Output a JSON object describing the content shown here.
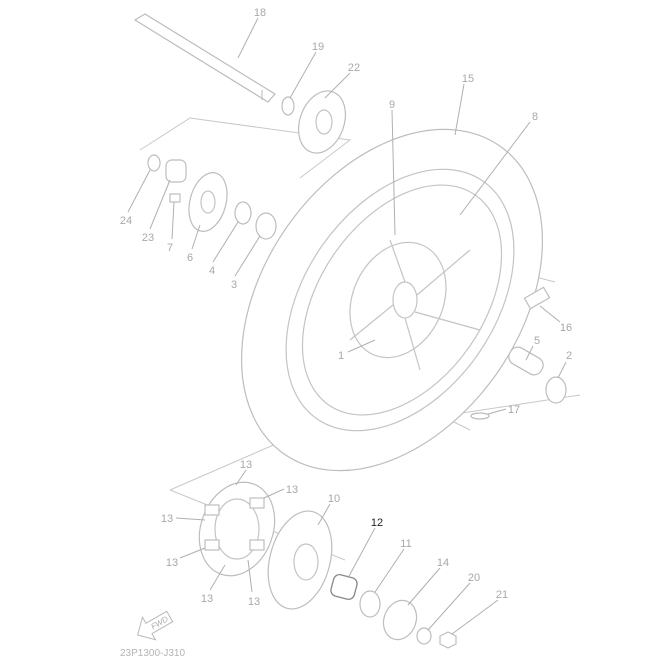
{
  "diagram": {
    "code": "23P1300-J310",
    "direction_label": "FWD",
    "highlight_color": "#222222",
    "line_color": "#c4c4c4",
    "labels": {
      "p18": "18",
      "p19": "19",
      "p22": "22",
      "p15": "15",
      "p9": "9",
      "p8": "8",
      "p24": "24",
      "p23": "23",
      "p7": "7",
      "p6": "6",
      "p4": "4",
      "p3": "3",
      "p16": "16",
      "p1": "1",
      "p5": "5",
      "p2": "2",
      "p17": "17",
      "p13a": "13",
      "p13b": "13",
      "p13c": "13",
      "p13d": "13",
      "p13e": "13",
      "p13f": "13",
      "p10": "10",
      "p12": "12",
      "p11": "11",
      "p14": "14",
      "p20": "20",
      "p21": "21"
    }
  }
}
